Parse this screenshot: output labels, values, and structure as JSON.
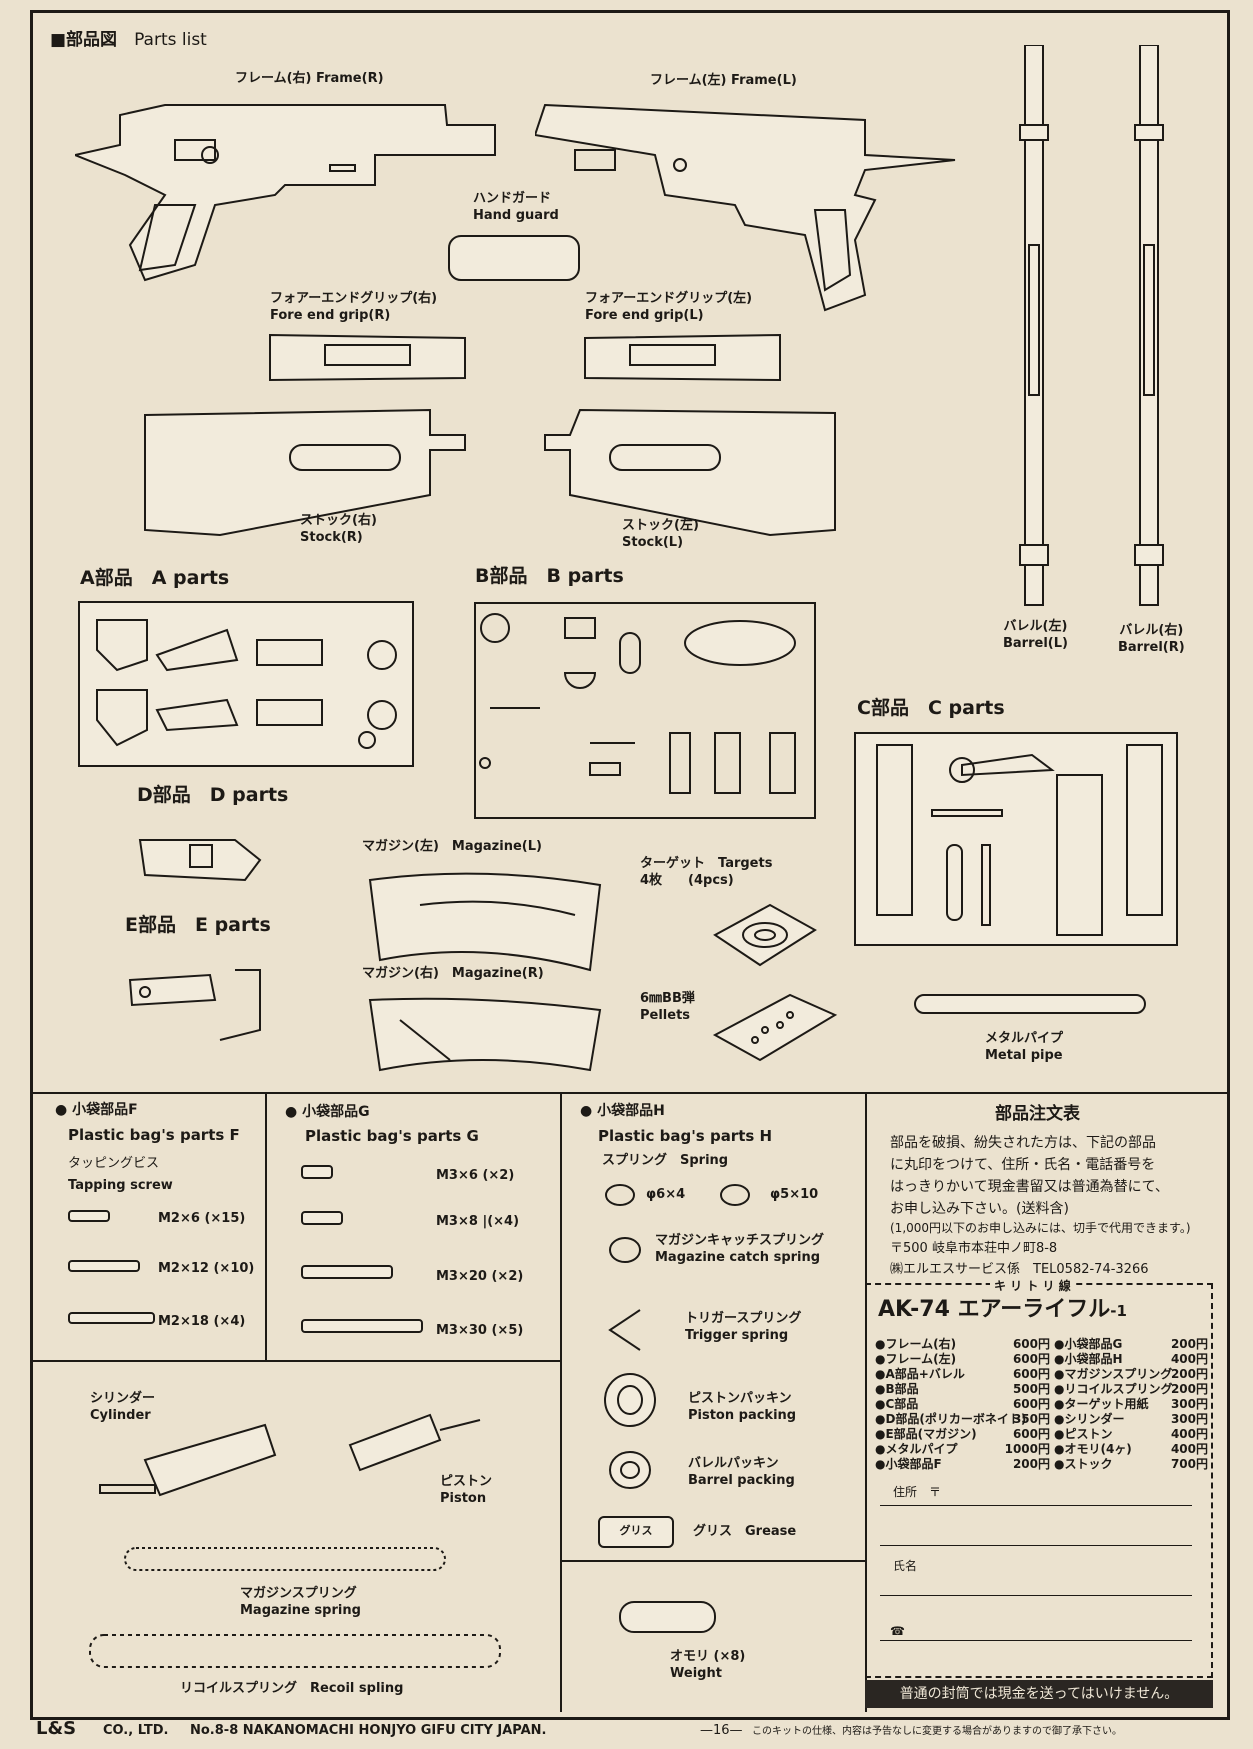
{
  "header": {
    "title": "■部品図",
    "title_en": "Parts list"
  },
  "parts": {
    "frame_r": [
      "フレーム(右)",
      "Frame(R)"
    ],
    "frame_l": [
      "フレーム(左)",
      "Frame(L)"
    ],
    "hand_guard": [
      "ハンドガード",
      "Hand guard"
    ],
    "fore_r": [
      "フォアーエンドグリップ(右)",
      "Fore end grip(R)"
    ],
    "fore_l": [
      "フォアーエンドグリップ(左)",
      "Fore end grip(L)"
    ],
    "stock_r": [
      "ストック(右)",
      "Stock(R)"
    ],
    "stock_l": [
      "ストック(左)",
      "Stock(L)"
    ],
    "barrel_l": [
      "バレル(左)",
      "Barrel(L)"
    ],
    "barrel_r": [
      "バレル(右)",
      "Barrel(R)"
    ],
    "a_parts": "A部品　A parts",
    "b_parts": "B部品　B parts",
    "c_parts": "C部品　C parts",
    "d_parts": "D部品　D parts",
    "e_parts": "E部品　E parts",
    "mag_l": "マガジン(左)　Magazine(L)",
    "mag_r": "マガジン(右)　Magazine(R)",
    "targets": [
      "ターゲット　Targets",
      "4枚　　(4pcs)"
    ],
    "pellets": [
      "6㎜BB弾",
      "Pellets"
    ],
    "metal_pipe": [
      "メタルパイプ",
      "Metal pipe"
    ]
  },
  "bag_f": {
    "title": "● 小袋部品F",
    "title_en": "Plastic bag's parts F",
    "sub": "タッピングビス",
    "sub_en": "Tapping screw",
    "items": [
      "M2×6 (×15)",
      "M2×12 (×10)",
      "M2×18 (×4)"
    ]
  },
  "bag_g": {
    "title": "● 小袋部品G",
    "title_en": "Plastic bag's parts G",
    "items": [
      "M3×6 (×2)",
      "M3×8 |(×4)",
      "M3×20 (×2)",
      "M3×30 (×5)"
    ]
  },
  "bag_h": {
    "title": "● 小袋部品H",
    "title_en": "Plastic bag's parts H",
    "spring": "スプリング　Spring",
    "s1": "φ6×4",
    "s2": "φ5×10",
    "mag_catch": [
      "マガジンキャッチスプリング",
      "Magazine catch spring"
    ],
    "trigger": [
      "トリガースプリング",
      "Trigger spring"
    ],
    "piston_packing": [
      "ピストンパッキン",
      "Piston packing"
    ],
    "barrel_packing": [
      "バレルパッキン",
      "Barrel packing"
    ],
    "grease": "グリス　Grease",
    "grease_label": "グリス",
    "weight": [
      "オモリ (×8)",
      "Weight"
    ]
  },
  "cyl": {
    "cylinder": [
      "シリンダー",
      "Cylinder"
    ],
    "piston": [
      "ピストン",
      "Piston"
    ],
    "mag_spring": [
      "マガジンスプリング",
      "Magazine spring"
    ],
    "recoil": "リコイルスプリング　Recoil spling"
  },
  "order": {
    "title": "部品注文表",
    "body": [
      "部品を破損、紛失された方は、下記の部品",
      "に丸印をつけて、住所・氏名・電話番号を",
      "はっきりかいて現金書留又は普通為替にて、",
      "お申し込み下さい。(送料含)"
    ],
    "note": "(1,000円以下のお申し込みには、切手で代用できます。)",
    "address": "〒500 岐阜市本荘中ノ町8-8",
    "company": "㈱エルエスサービス係　TEL0582-74-3266",
    "cut_line": "キ リ ト リ 線",
    "product": "AK-74 エアーライフル",
    "product_suffix": "-1",
    "left": [
      [
        "●フレーム(右)",
        "600円"
      ],
      [
        "●フレーム(左)",
        "600円"
      ],
      [
        "●A部品+バレル",
        "600円"
      ],
      [
        "●B部品",
        "500円"
      ],
      [
        "●C部品",
        "600円"
      ],
      [
        "●D部品(ポリカーボネイト)",
        "350円"
      ],
      [
        "●E部品(マガジン)",
        "600円"
      ],
      [
        "●メタルパイプ",
        "1000円"
      ],
      [
        "●小袋部品F",
        "200円"
      ]
    ],
    "right": [
      [
        "●小袋部品G",
        "200円"
      ],
      [
        "●小袋部品H",
        "400円"
      ],
      [
        "●マガジンスプリング",
        "200円"
      ],
      [
        "●リコイルスプリング",
        "200円"
      ],
      [
        "●ターゲット用紙",
        "300円"
      ],
      [
        "●シリンダー",
        "300円"
      ],
      [
        "●ピストン",
        "400円"
      ],
      [
        "●オモリ(4ヶ)",
        "400円"
      ],
      [
        "●ストック",
        "700円"
      ]
    ],
    "addr_label": "住所　〒",
    "name_label": "氏名",
    "tel_label": "☎",
    "warning": "普通の封筒では現金を送ってはいけません。"
  },
  "footer": {
    "company": "L&S",
    "co": "CO., LTD.",
    "address": "No.8-8 NAKANOMACHI HONJYO GIFU CITY JAPAN.",
    "page": "—16—",
    "notice": "このキットの仕様、内容は予告なしに変更する場合がありますので御了承下さい。"
  }
}
